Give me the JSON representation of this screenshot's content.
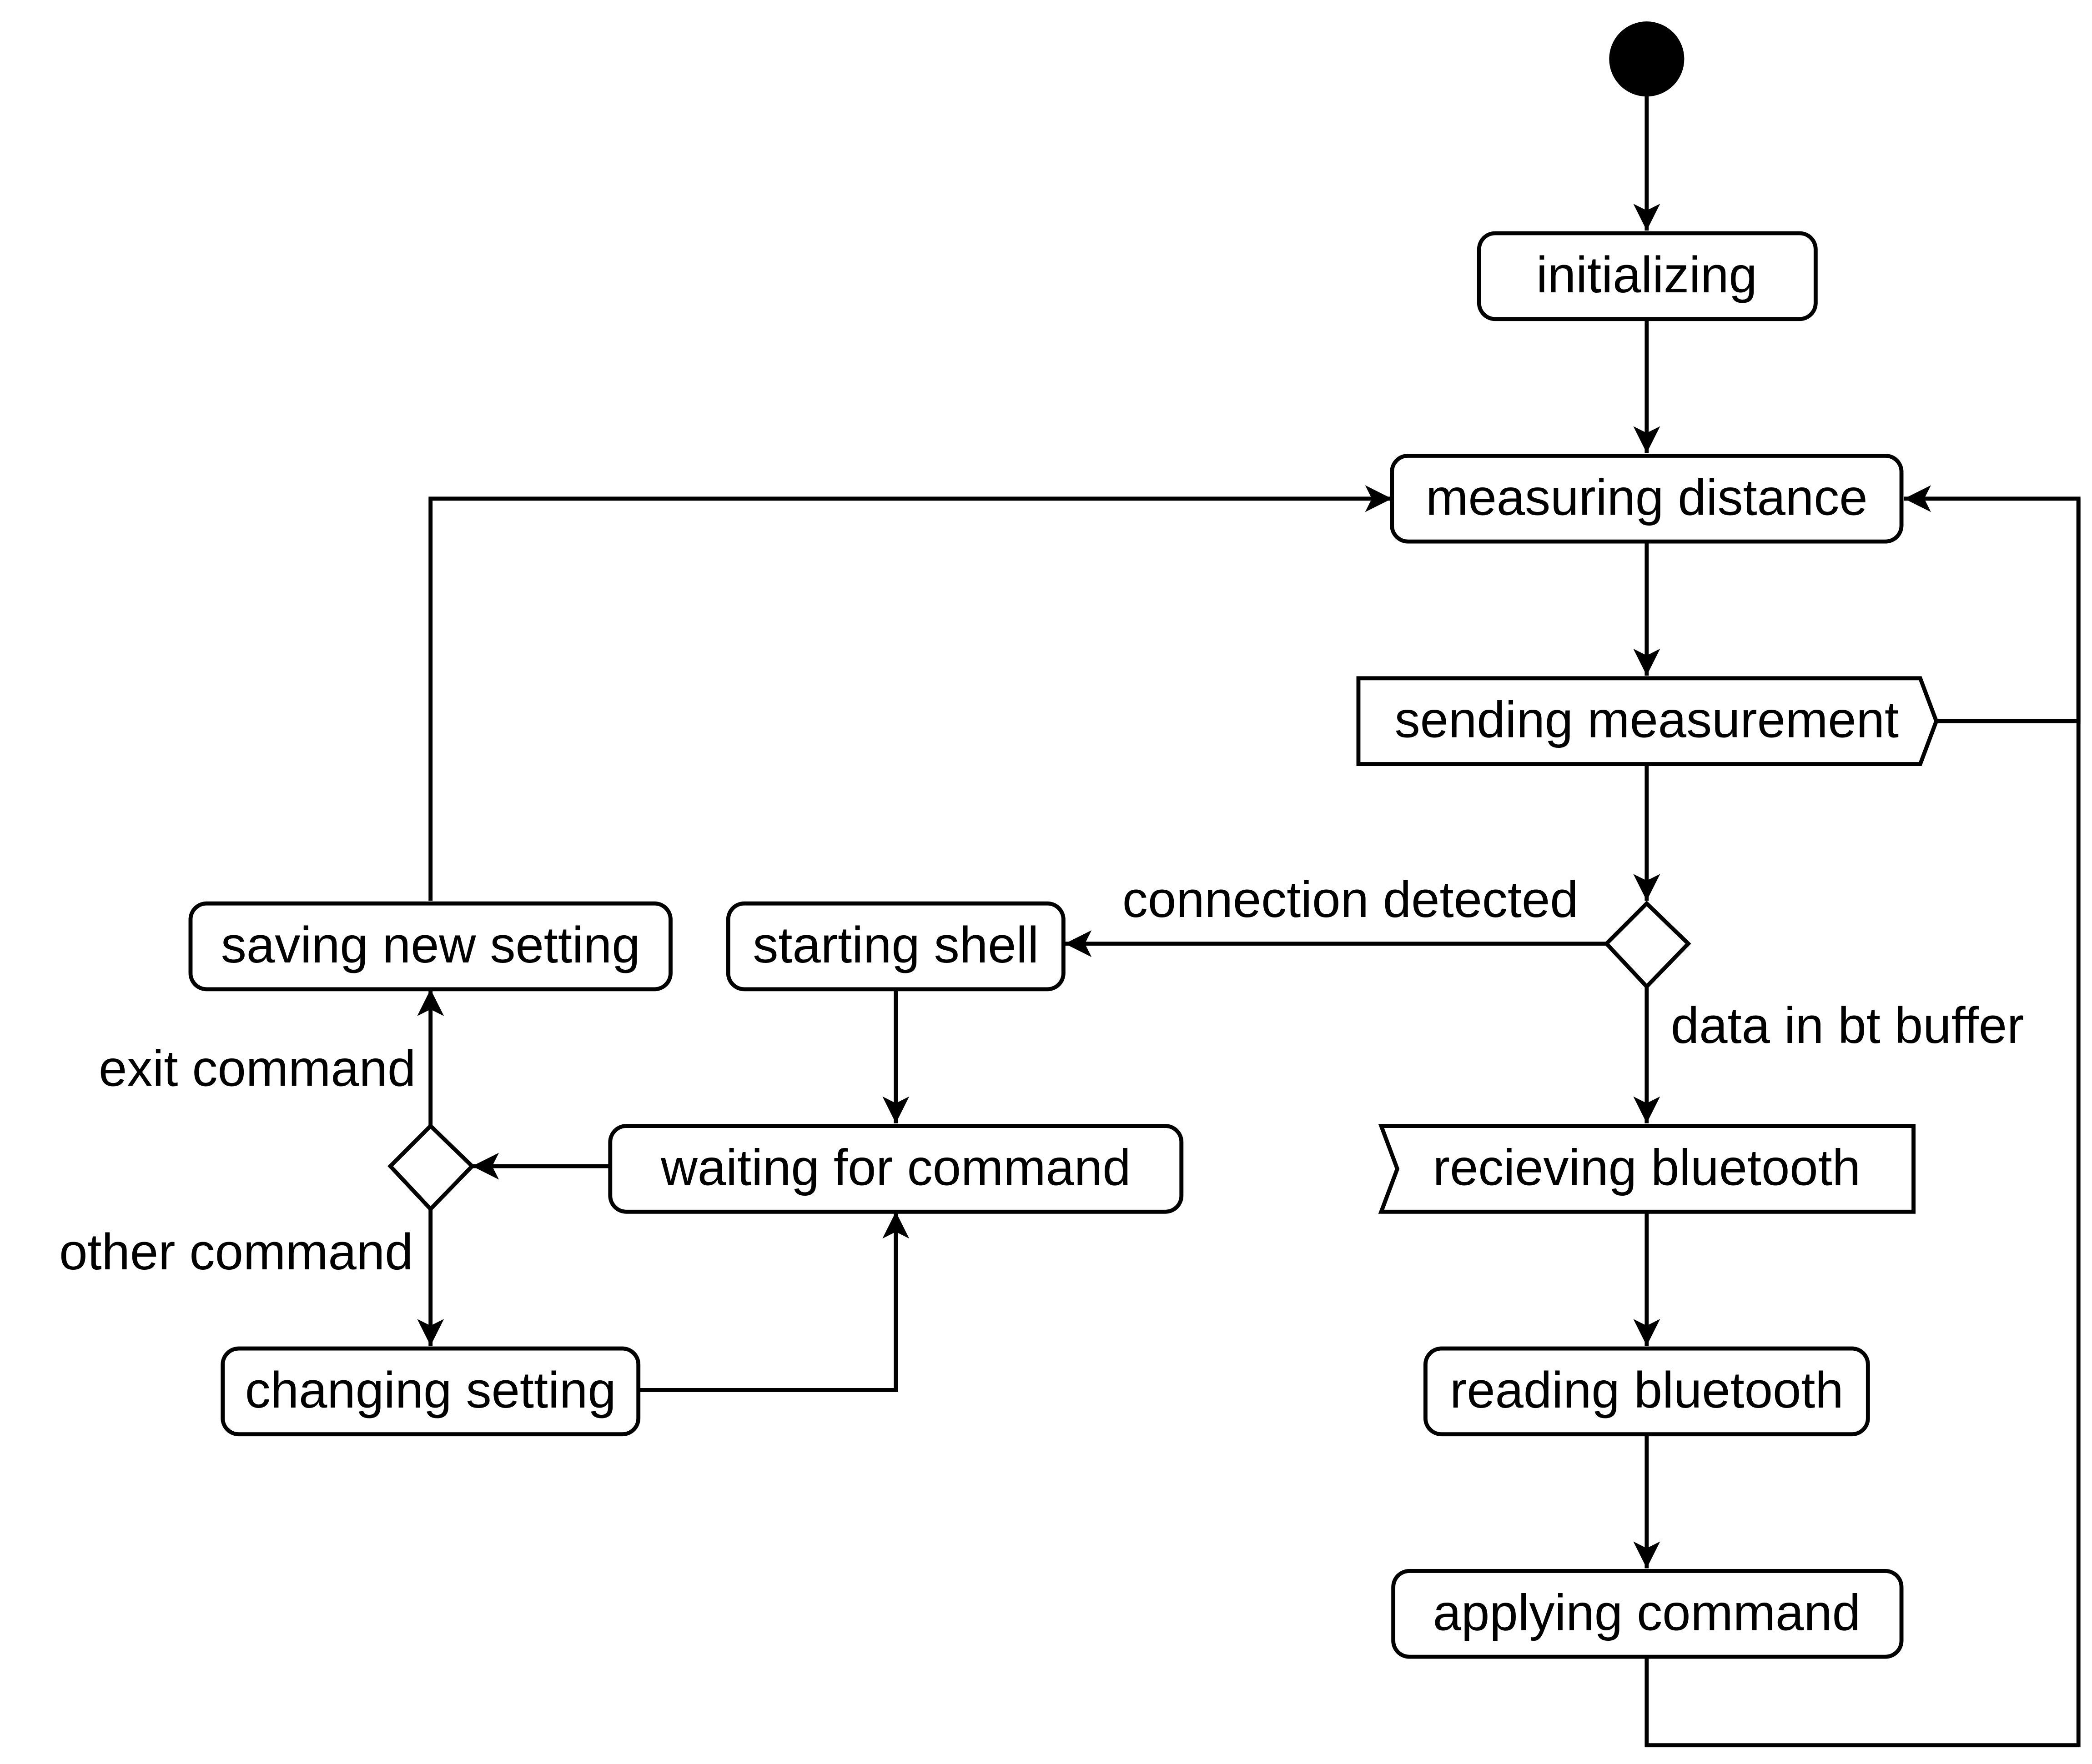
{
  "nodes": {
    "initializing": "initializing",
    "measuring_distance": "measuring distance",
    "sending_measurement": "sending measurement",
    "starting_shell": "starting shell",
    "saving_new_setting": "saving new setting",
    "waiting_for_command": "waiting for command",
    "changing_setting": "changing setting",
    "recieving_bluetooth": "recieving bluetooth",
    "reading_bluetooth": "reading bluetooth",
    "applying_command": "applying command"
  },
  "guards": {
    "connection_detected": "connection detected",
    "data_in_bt_buffer": "data in bt buffer",
    "exit_command": "exit command",
    "other_command": "other command"
  },
  "colors": {
    "stroke": "#000000",
    "background": "#ffffff"
  }
}
